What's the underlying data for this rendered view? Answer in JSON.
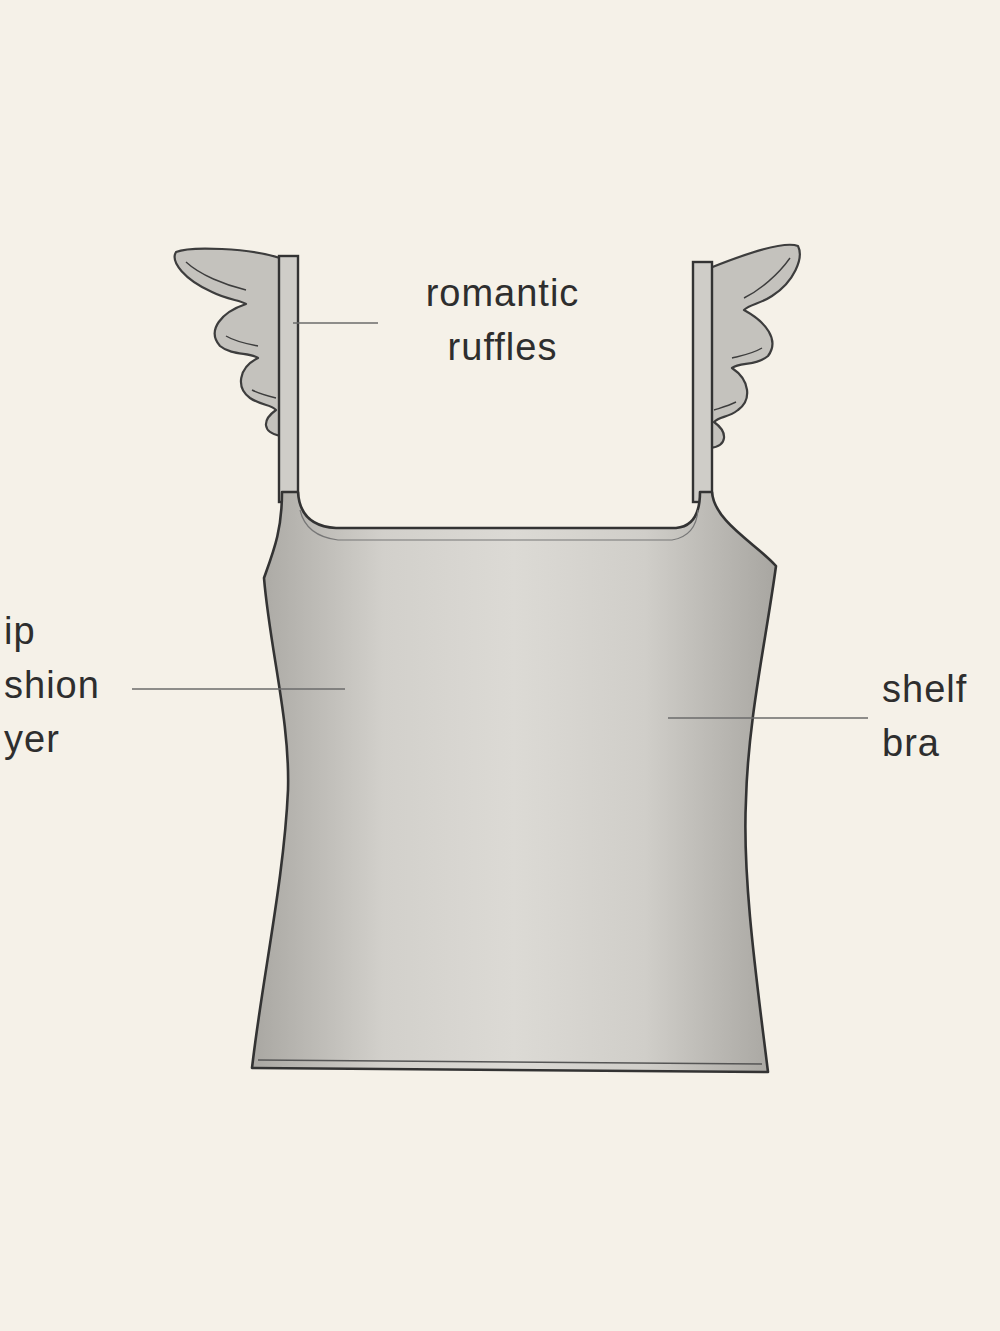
{
  "diagram": {
    "labels": [
      "romantic ruffles",
      "ip shion yer",
      "shelf bra"
    ]
  }
}
